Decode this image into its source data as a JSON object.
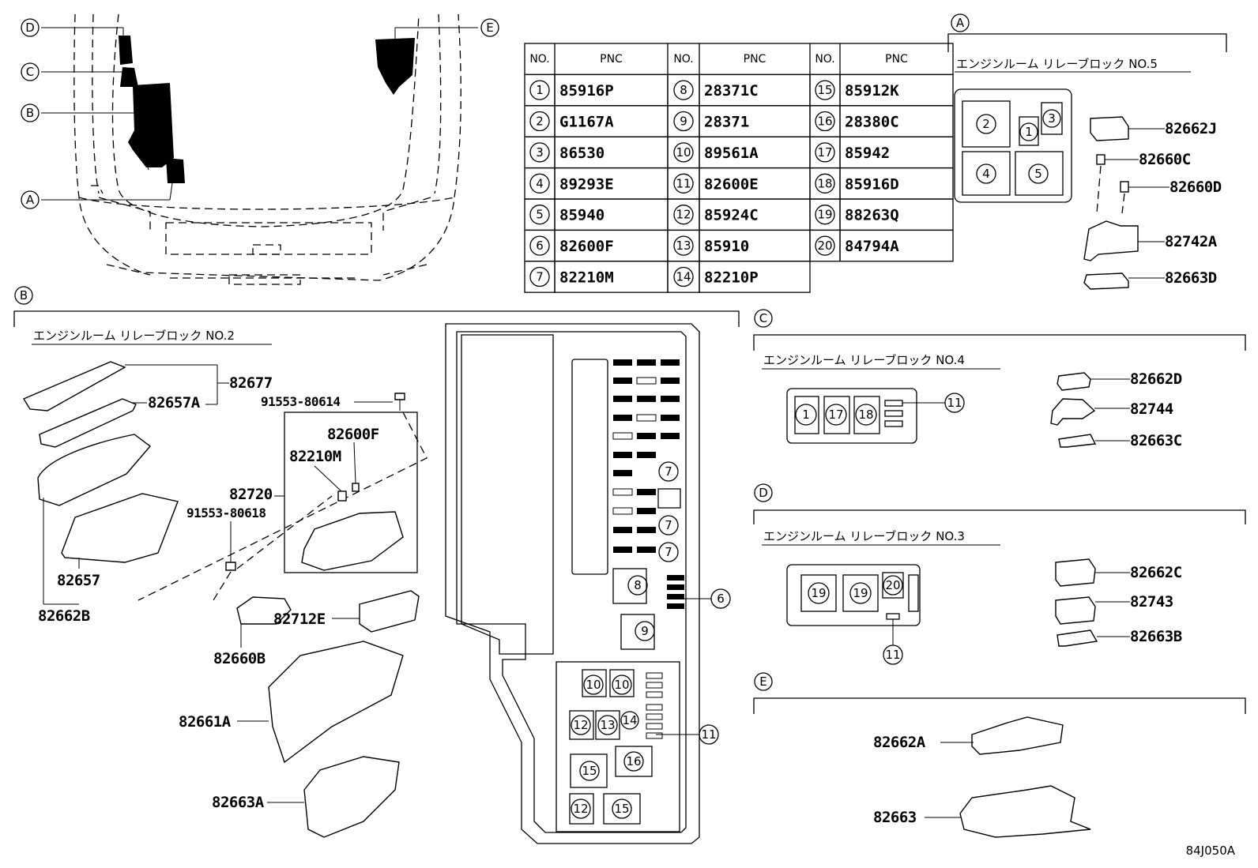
{
  "table": {
    "headers": {
      "no": "NO.",
      "pnc": "PNC"
    },
    "rows": [
      {
        "no": "1",
        "pnc": "85916P"
      },
      {
        "no": "2",
        "pnc": "G1167A"
      },
      {
        "no": "3",
        "pnc": "86530"
      },
      {
        "no": "4",
        "pnc": "89293E"
      },
      {
        "no": "5",
        "pnc": "85940"
      },
      {
        "no": "6",
        "pnc": "82600F"
      },
      {
        "no": "7",
        "pnc": "82210M"
      },
      {
        "no": "8",
        "pnc": "28371C"
      },
      {
        "no": "9",
        "pnc": "28371"
      },
      {
        "no": "10",
        "pnc": "89561A"
      },
      {
        "no": "11",
        "pnc": "82600E"
      },
      {
        "no": "12",
        "pnc": "85924C"
      },
      {
        "no": "13",
        "pnc": "85910"
      },
      {
        "no": "14",
        "pnc": "82210P"
      },
      {
        "no": "15",
        "pnc": "85912K"
      },
      {
        "no": "16",
        "pnc": "28380C"
      },
      {
        "no": "17",
        "pnc": "85942"
      },
      {
        "no": "18",
        "pnc": "85916D"
      },
      {
        "no": "19",
        "pnc": "88263Q"
      },
      {
        "no": "20",
        "pnc": "84794A"
      }
    ]
  },
  "overview": {
    "callouts": [
      "D",
      "C",
      "B",
      "A",
      "E"
    ]
  },
  "section_a": {
    "letter": "A",
    "title": "エンジンルーム リレーブロック NO.5",
    "slots": [
      "2",
      "1",
      "3",
      "4",
      "5"
    ],
    "parts": [
      "82662J",
      "82660C",
      "82660D",
      "82742A",
      "82663D"
    ]
  },
  "section_b": {
    "letter": "B",
    "title": "エンジンルーム リレーブロック NO.2",
    "parts": {
      "p82677": "82677",
      "p82657A": "82657A",
      "p91553_80614": "91553-80614",
      "p82600F": "82600F",
      "p82210M": "82210M",
      "p82720": "82720",
      "p91553_80618": "91553-80618",
      "p82657": "82657",
      "p82662B": "82662B",
      "p82712E": "82712E",
      "p82660B": "82660B",
      "p82661A": "82661A",
      "p82663A": "82663A"
    },
    "block_slots": {
      "s7a": "7",
      "s7b": "7",
      "s7c": "7",
      "s8": "8",
      "s6": "6",
      "s9": "9",
      "s10a": "10",
      "s10b": "10",
      "s12a": "12",
      "s13": "13",
      "s14": "14",
      "s11": "11",
      "s15a": "15",
      "s16": "16",
      "s12b": "12",
      "s15b": "15"
    }
  },
  "section_c": {
    "letter": "C",
    "title": "エンジンルーム リレーブロック NO.4",
    "slots": [
      "1",
      "17",
      "18",
      "11"
    ],
    "parts": [
      "82662D",
      "82744",
      "82663C"
    ]
  },
  "section_d": {
    "letter": "D",
    "title": "エンジンルーム リレーブロック NO.3",
    "slots": [
      "19",
      "19",
      "20",
      "11"
    ],
    "parts": [
      "82662C",
      "82743",
      "82663B"
    ]
  },
  "section_e": {
    "letter": "E",
    "parts": [
      "82662A",
      "82663"
    ]
  },
  "figure_code": "84J050A",
  "colors": {
    "ink": "#000000",
    "paper": "#ffffff"
  }
}
